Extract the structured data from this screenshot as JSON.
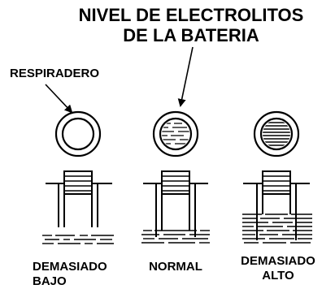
{
  "title": {
    "line1": "NIVEL DE ELECTROLITOS",
    "line2": "DE LA BATERIA"
  },
  "vent_label": "RESPIRADERO",
  "levels": [
    {
      "label_line1": "DEMASIADO",
      "label_line2": "BAJO",
      "fill": "low"
    },
    {
      "label_line1": "NORMAL",
      "label_line2": "",
      "fill": "normal"
    },
    {
      "label_line1": "DEMASIADO",
      "label_line2": "ALTO",
      "fill": "high"
    }
  ]
}
